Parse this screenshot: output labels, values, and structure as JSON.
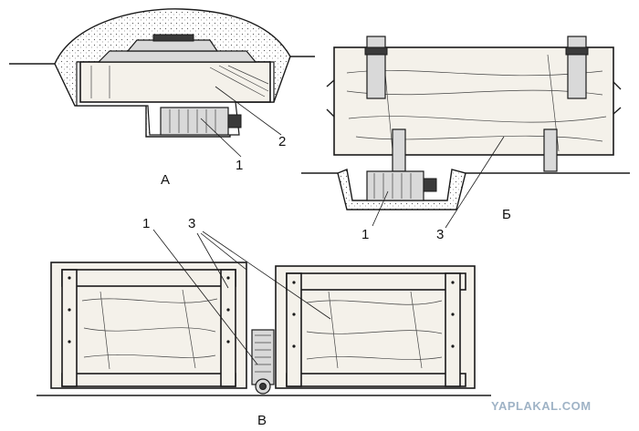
{
  "figure": {
    "panels": [
      {
        "id": "A",
        "caption": "А",
        "labels": [
          "1",
          "2"
        ]
      },
      {
        "id": "B",
        "caption": "Б",
        "labels": [
          "1",
          "3"
        ]
      },
      {
        "id": "V",
        "caption": "В",
        "labels": [
          "1",
          "3"
        ]
      }
    ],
    "watermark": "YAPLAKAL.COM"
  }
}
